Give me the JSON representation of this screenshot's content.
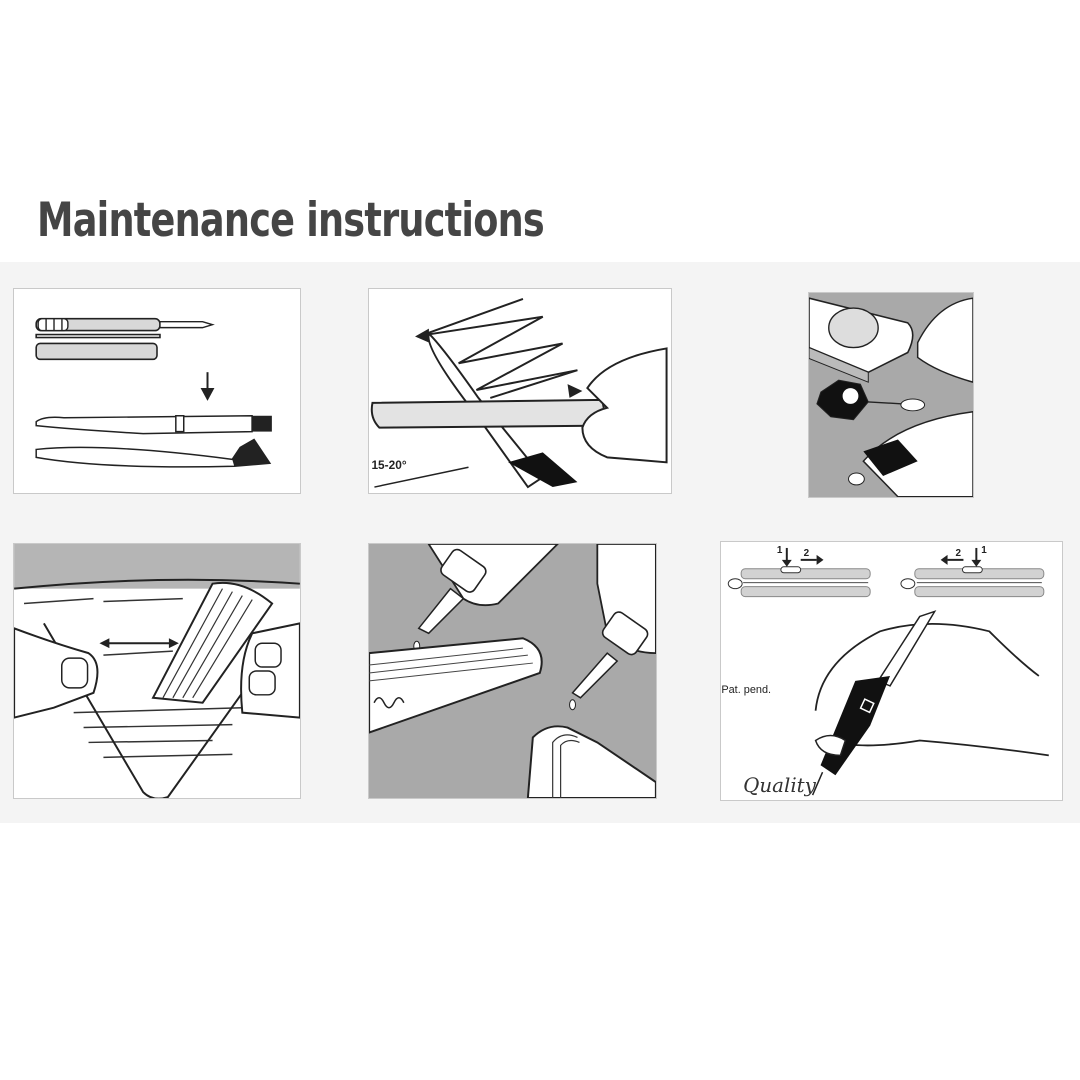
{
  "page": {
    "title": "Maintenance instructions",
    "background_color": "#ffffff",
    "band_color": "#f4f4f4",
    "title_color": "#454545"
  },
  "panels": [
    {
      "id": 1,
      "icon": "tweezers-removal-illustration",
      "description": "Pulling tweezers out of the knife handle; arrow points down to tweezers shown open and closed",
      "labels": []
    },
    {
      "id": 2,
      "icon": "blade-sharpening-illustration",
      "description": "Sharpening a blade with a file using zig-zag strokes",
      "labels": [
        "15-20°"
      ]
    },
    {
      "id": 3,
      "icon": "battery-replacement-illustration",
      "description": "Opening knife and replacing small coin battery",
      "labels": []
    },
    {
      "id": 4,
      "icon": "washing-illustration",
      "description": "Rinsing the opened knife in a basin of water",
      "labels": []
    },
    {
      "id": 5,
      "icon": "oiling-illustration",
      "description": "Applying oil drops to the knife joints",
      "labels": []
    },
    {
      "id": 6,
      "icon": "pen-usage-illustration",
      "description": "Pushing button 1 then sliding 2 to extend pen; hand writing with the knife pen",
      "labels": [
        "1",
        "2",
        "2",
        "1",
        "Pat. pend.",
        "Quality"
      ]
    }
  ]
}
